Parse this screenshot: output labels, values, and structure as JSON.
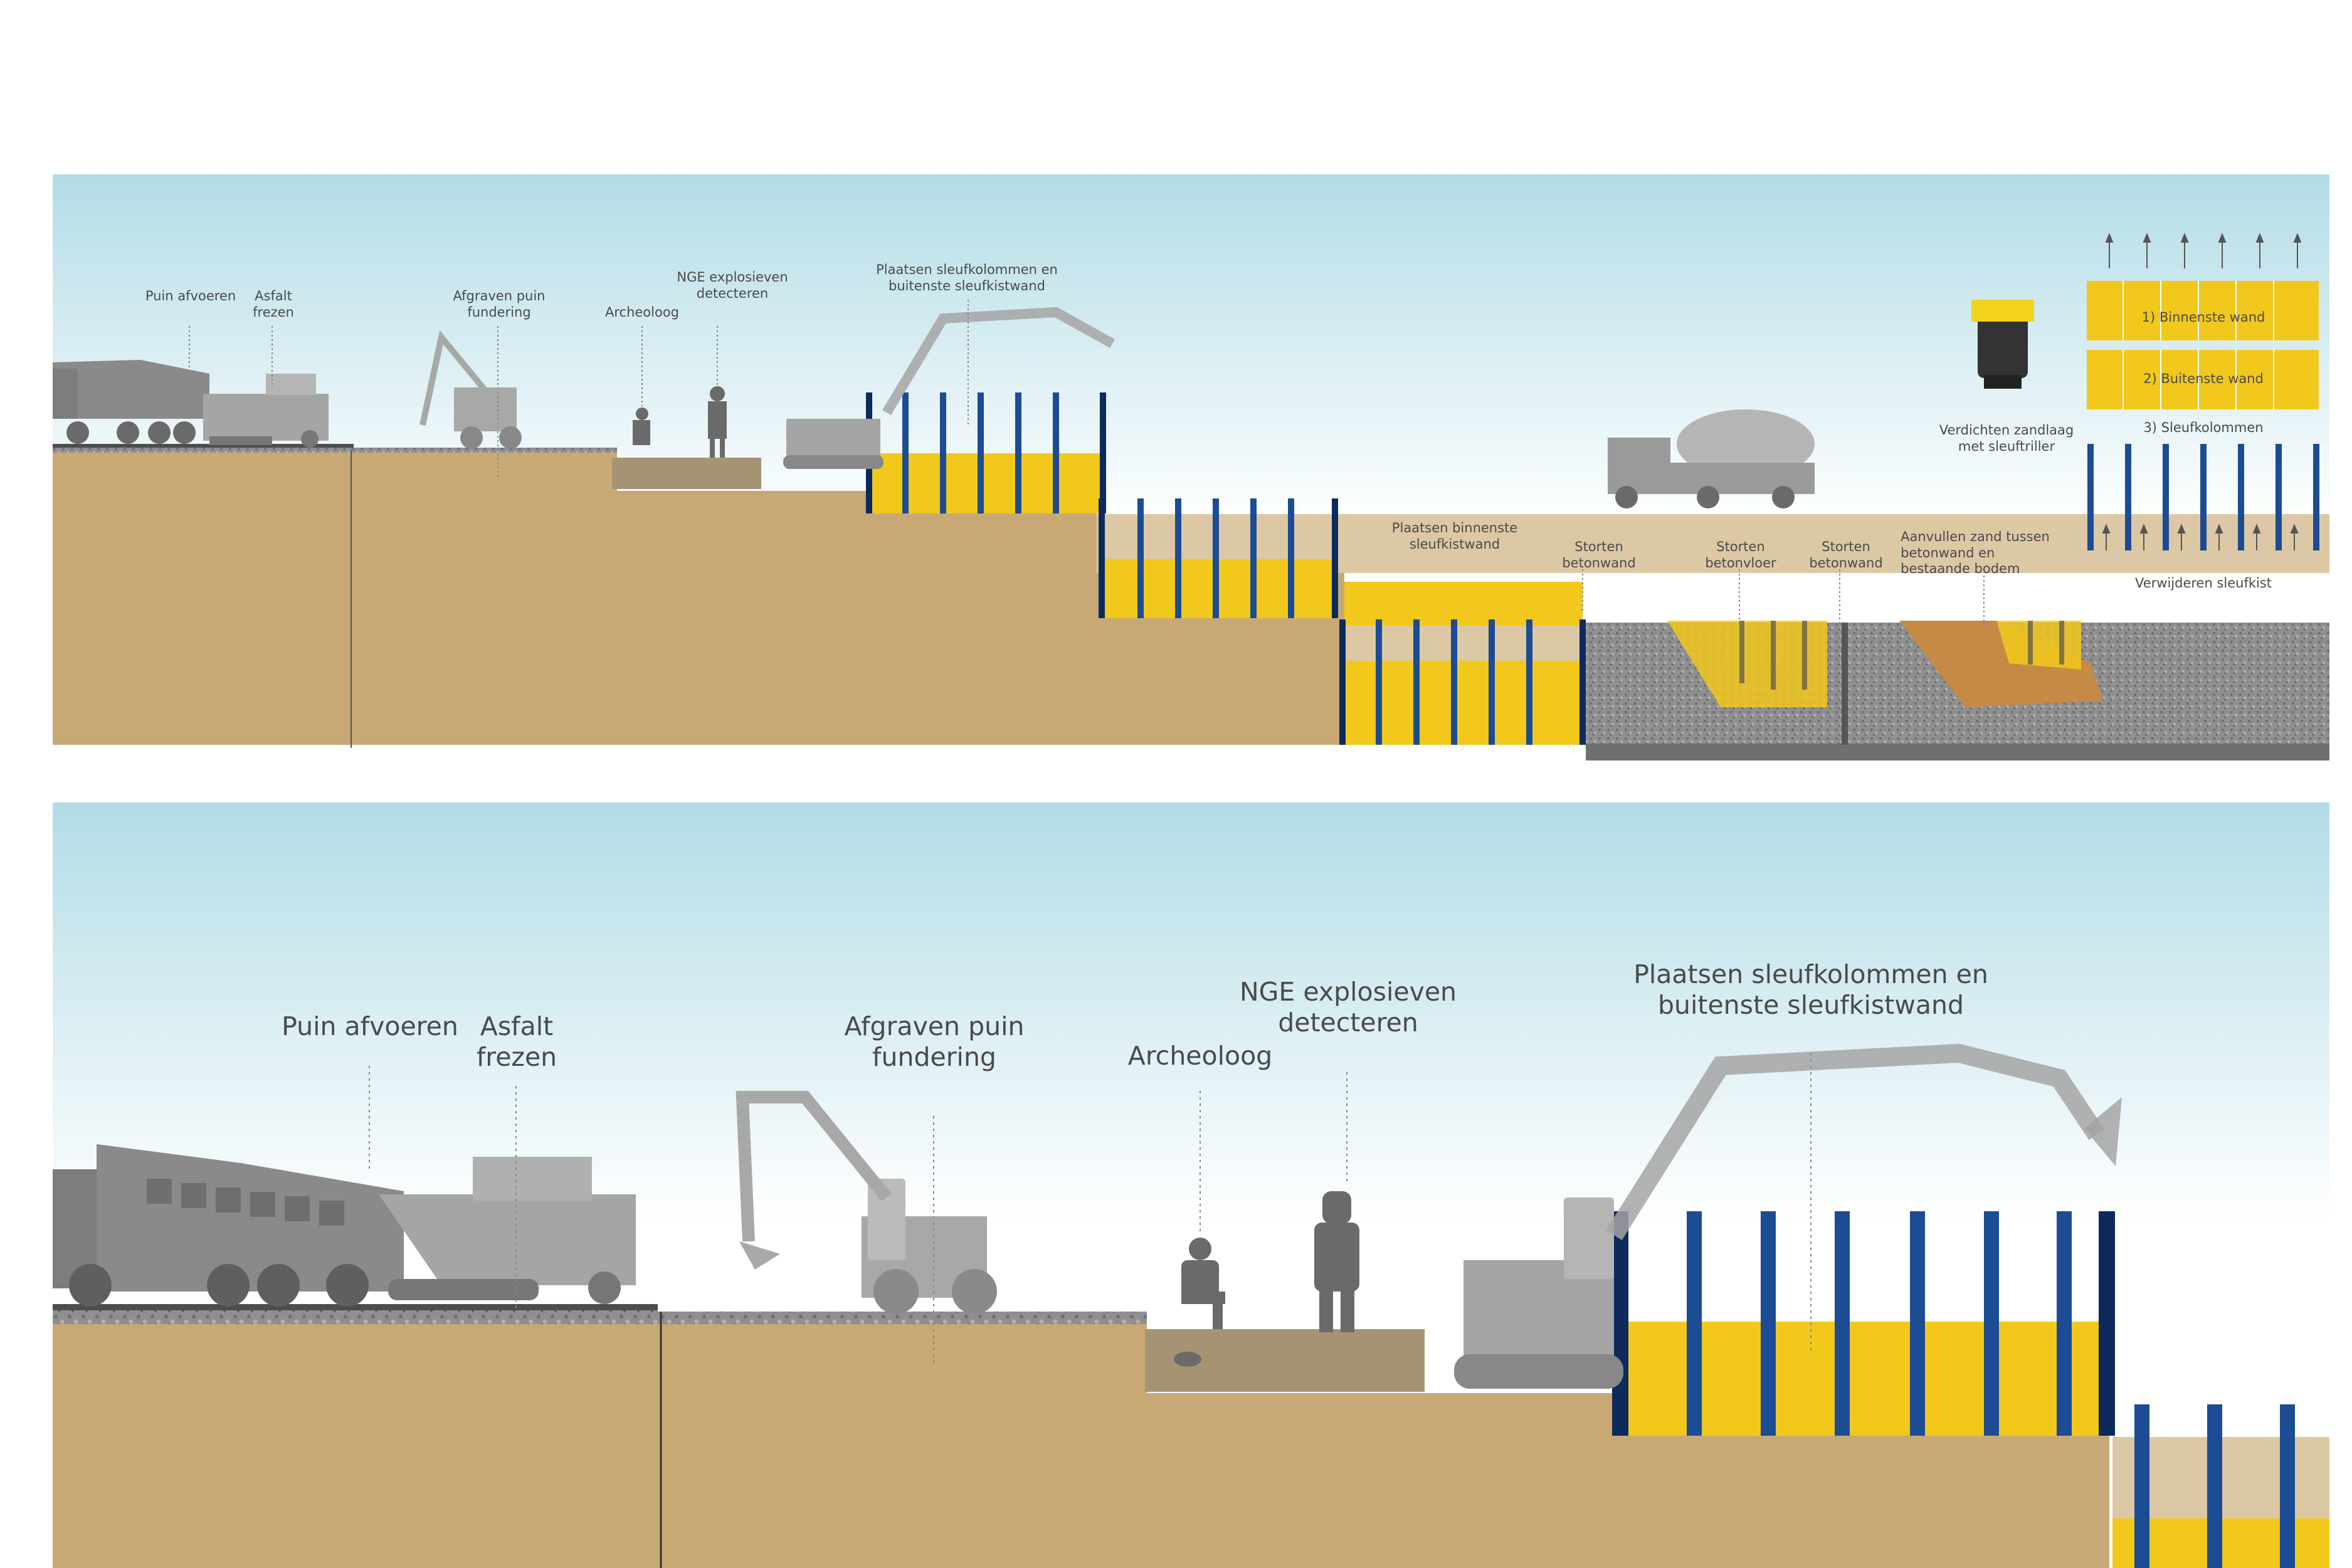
{
  "colors": {
    "sky_top": "#b3dce6",
    "sky_bottom": "#ffffff",
    "soil": "#c8a976",
    "light_soil": "#dcc8a4",
    "dark_soil": "#a59474",
    "gravel": "#8f8f8f",
    "gravel_dark": "#6f6f6f",
    "asphalt": "#4d4d4d",
    "yellow": "#f2c81c",
    "blue_pile": "#1b4c94",
    "navy_pile": "#0c2a5c",
    "machine": "#9e9e9e",
    "machine_dark": "#7d7d7d",
    "person": "#6a6a6a",
    "excavation_orange": "#c48a46",
    "compactor_yellow": "#f2d21c"
  },
  "top": {
    "labels": {
      "puin_afvoeren": "Puin afvoeren",
      "asfalt_frezen": "Asfalt\nfrezen",
      "afgraven_puin": "Afgraven puin\nfundering",
      "archeoloog": "Archeoloog",
      "nge": "NGE explosieven\ndetecteren",
      "plaatsen_kolommen": "Plaatsen sleufkolommen en\nbuitenste sleufkistwand",
      "plaatsen_binnenste": "Plaatsen binnenste\nsleufkistwand",
      "storten_betonwand_1": "Storten\nbetonwand",
      "storten_betonvloer": "Storten\nbetonvloer",
      "storten_betonwand_2": "Storten\nbetonwand",
      "aanvullen": "Aanvullen zand tussen\nbetonwand en\nbestaande bodem",
      "verdichten": "Verdichten zandlaag\nmet sleuftriller",
      "verwijderen": "Verwijderen sleufkist"
    },
    "removal_steps": [
      "1) Binnenste wand",
      "2) Buitenste wand",
      "3) Sleufkolommen"
    ]
  },
  "bottom": {
    "labels": {
      "puin_afvoeren": "Puin afvoeren",
      "asfalt_frezen": "Asfalt\nfrezen",
      "afgraven_puin": "Afgraven puin\nfundering",
      "archeoloog": "Archeoloog",
      "nge": "NGE explosieven\ndetecteren",
      "plaatsen_kolommen": "Plaatsen sleufkolommen en\nbuitenste sleufkistwand"
    }
  }
}
